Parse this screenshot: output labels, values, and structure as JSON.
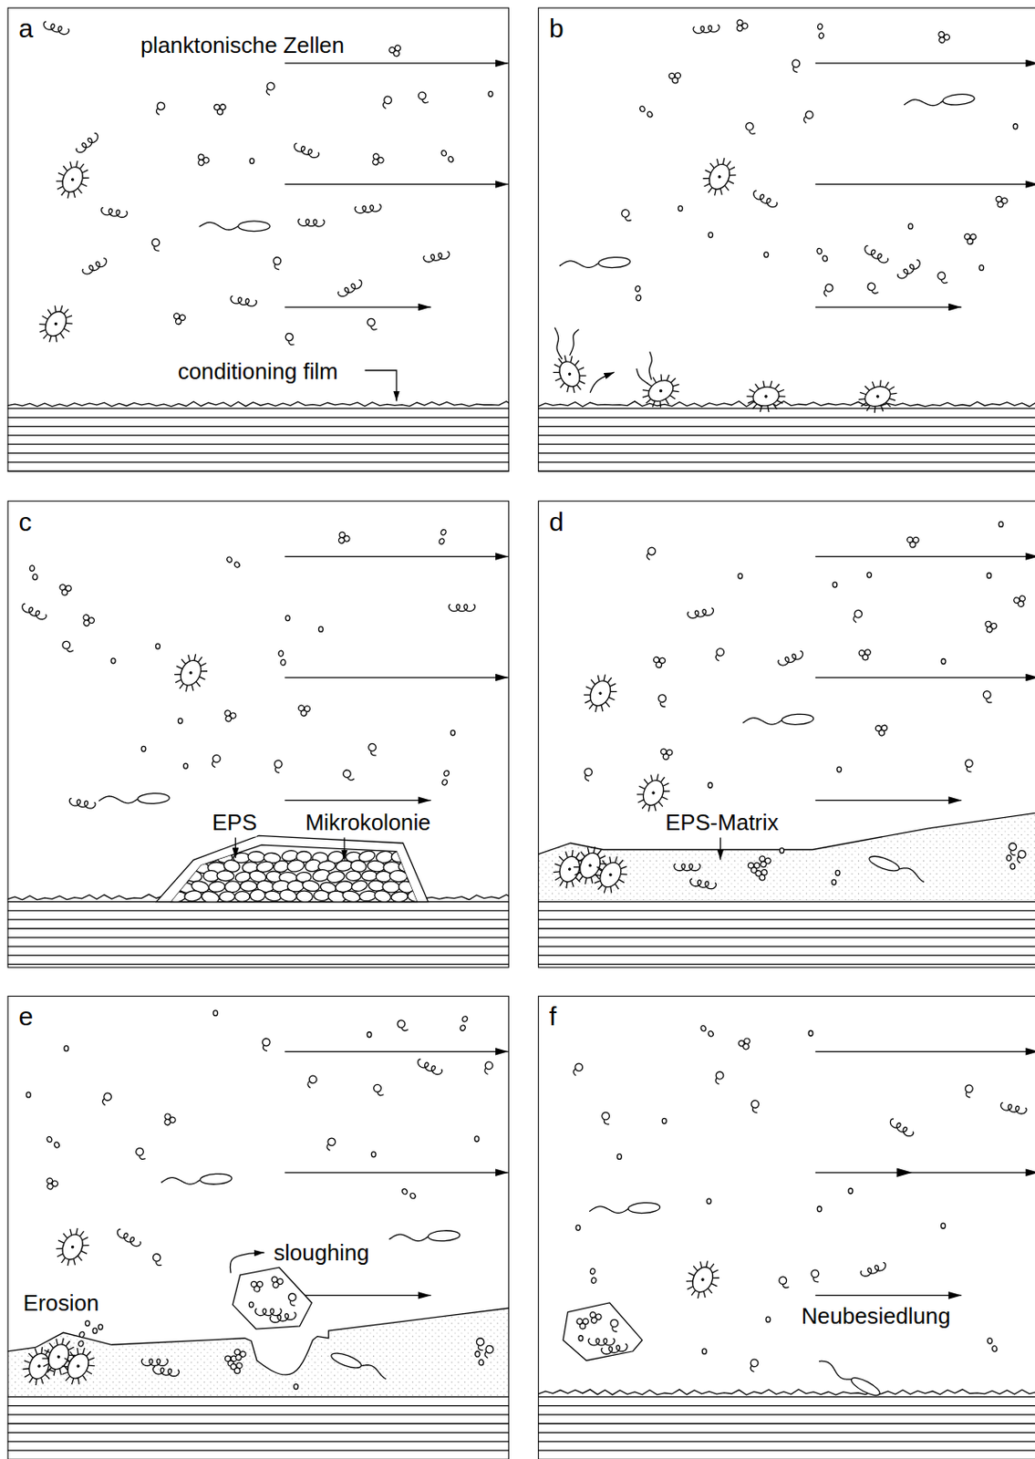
{
  "diagram": {
    "nodes": [
      {
        "text": [
          "a",
          "planktonische Zellen",
          "conditioning film"
        ]
      },
      {
        "text": [
          "b"
        ]
      },
      {
        "text": [
          "c",
          "EPS",
          "Mikrokolonie"
        ]
      },
      {
        "text": [
          "d",
          "EPS-Matrix"
        ]
      },
      {
        "text": [
          "e",
          "sloughing",
          "Erosion"
        ]
      },
      {
        "text": [
          "f",
          "Neubesiedlung"
        ]
      }
    ]
  }
}
